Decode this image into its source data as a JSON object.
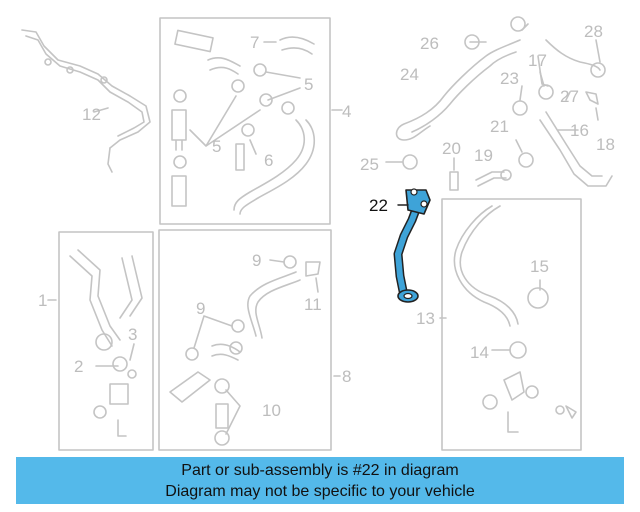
{
  "callouts": {
    "c1": "1",
    "c2": "2",
    "c3": "3",
    "c4": "4",
    "c5a": "5",
    "c5b": "5",
    "c6": "6",
    "c7": "7",
    "c8": "8",
    "c9a": "9",
    "c9b": "9",
    "c10": "10",
    "c11": "11",
    "c12": "12",
    "c13": "13",
    "c14": "14",
    "c15": "15",
    "c16": "16",
    "c17": "17",
    "c18": "18",
    "c19": "19",
    "c20": "20",
    "c21": "21",
    "c22": "22",
    "c23": "23",
    "c24": "24",
    "c25": "25",
    "c26": "26",
    "c27": "27",
    "c28": "28"
  },
  "banner": {
    "line1": "Part or sub-assembly is #22 in diagram",
    "line2": "Diagram may not be specific to your vehicle"
  },
  "colors": {
    "highlight_part": "#3ea3d8",
    "outline": "#c4c4c4",
    "banner_bg": "#54b9ea"
  }
}
